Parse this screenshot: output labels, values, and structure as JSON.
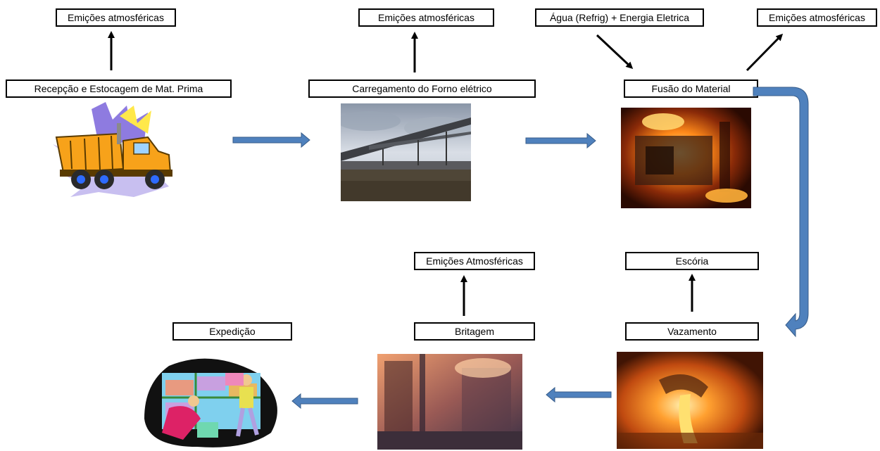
{
  "labels": {
    "emissions_1": "Emições atmosféricas",
    "emissions_2": "Emições atmosféricas",
    "water_energy": "Água (Refrig) + Energia Eletrica",
    "emissions_3": "Emições atmosféricas",
    "reception": "Recepção e Estocagem de Mat. Prima",
    "furnace_loading": "Carregamento do Forno elétrico",
    "melting": "Fusão do Material",
    "emissions_4": "Emições Atmosféricas",
    "slag": "Escória",
    "dispatch": "Expedição",
    "crushing": "Britagem",
    "tapping": "Vazamento"
  },
  "icons": [
    "dump-truck-clipart",
    "conveyor-photo",
    "furnace-photo",
    "crushing-photo",
    "pouring-photo",
    "warehouse-workers-clipart"
  ],
  "colors": {
    "flow_arrow": "#4f81bd",
    "flow_arrow_border": "#385d8a",
    "outline": "#000000"
  }
}
